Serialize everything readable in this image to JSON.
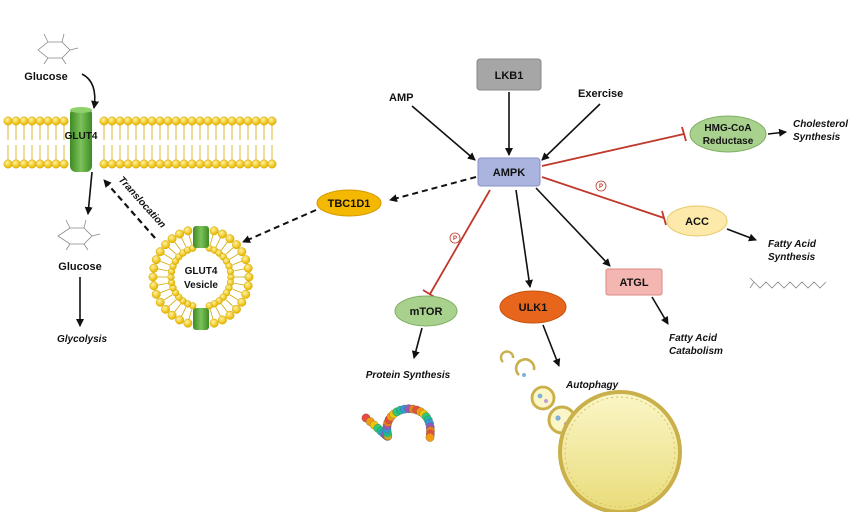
{
  "labels": {
    "glucose_top": "Glucose",
    "glucose_bottom": "Glucose",
    "glycolysis": "Glycolysis",
    "glut4": "GLUT4",
    "translocation": "Translocation",
    "vesicle_line1": "GLUT4",
    "vesicle_line2": "Vesicle",
    "amp": "AMP",
    "exercise": "Exercise",
    "cholesterol_line1": "Cholesterol",
    "cholesterol_line2": "Synthesis",
    "fatty_acid_synth_line1": "Fatty Acid",
    "fatty_acid_synth_line2": "Synthesis",
    "fatty_acid_cat_line1": "Fatty Acid",
    "fatty_acid_cat_line2": "Catabolism",
    "protein_synthesis": "Protein Synthesis",
    "autophagy": "Autophagy",
    "phospho": "P"
  },
  "nodes": {
    "lkb1": "LKB1",
    "ampk": "AMPK",
    "tbc1d1": "TBC1D1",
    "hmgcoa_line1": "HMG-CoA",
    "hmgcoa_line2": "Reductase",
    "acc": "ACC",
    "atgl": "ATGL",
    "mtor": "mTOR",
    "ulk1": "ULK1"
  },
  "colors": {
    "lkb1": "#a6a6a6",
    "ampk": "#aab4de",
    "tbc1d1": "#f5b800",
    "hmgcoa": "#a9d18e",
    "acc": "#fde9a9",
    "atgl": "#f4b6b0",
    "mtor": "#a9d18e",
    "ulk1": "#e8651c",
    "membrane": "#f5d033",
    "glut4": "#5fa83a",
    "inhibit": "#c0392b"
  }
}
